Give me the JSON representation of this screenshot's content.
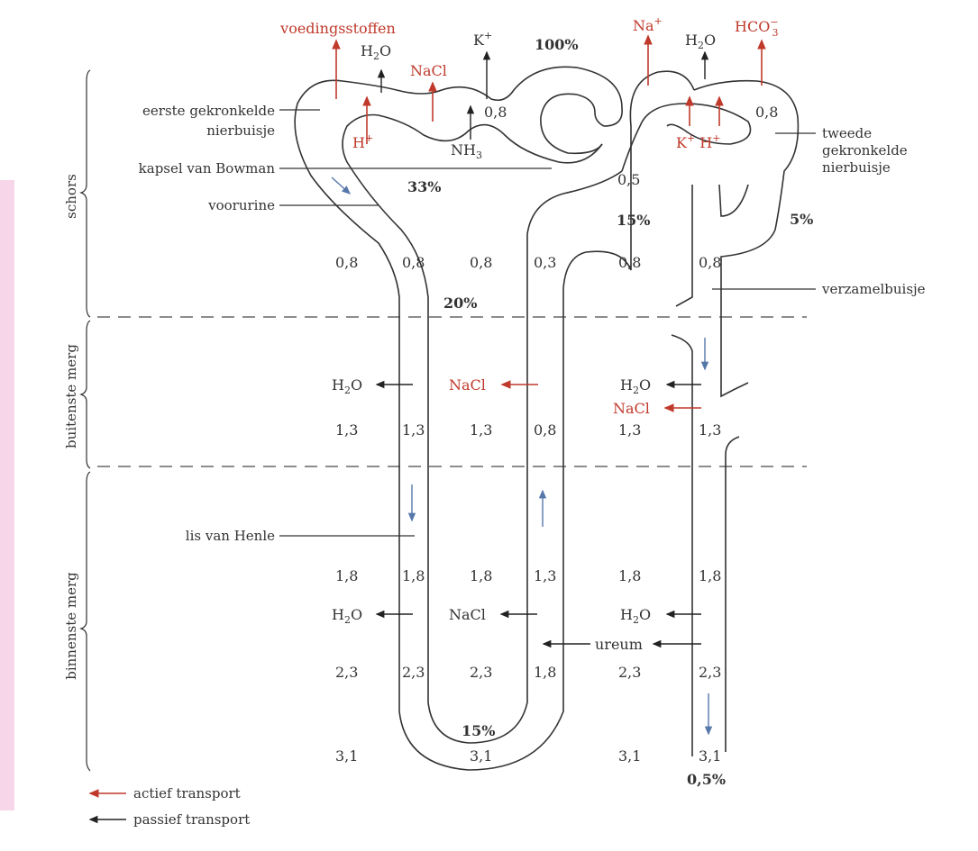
{
  "labels": {
    "eerste": [
      "eerste gekronkelde",
      "nierbuisje"
    ],
    "kapsel": "kapsel van Bowman",
    "voorurine": "voorurine",
    "lis": "lis van Henle",
    "tweede": [
      "tweede",
      "gekronkelde",
      "nierbuisje"
    ],
    "verzamel": "verzamelbuisje",
    "schors": "schors",
    "buitenste": "buitenste merg",
    "binnenste": "binnenste merg"
  },
  "top_substances": {
    "voeding": "voedingsstoffen",
    "h2o_1": "H",
    "h2o_1b": "O",
    "nacl_top": "NaCl",
    "k_top": "K",
    "pct100": "100%",
    "na_top": "Na",
    "h2o_2": "H",
    "h2o_2b": "O",
    "hco3": "HCO",
    "h_plus": "H",
    "nh3": "NH",
    "k_h": "K",
    "h_plus2": "H",
    "v08a": "0,8",
    "v08b": "0,8"
  },
  "percentages": {
    "p33": "33%",
    "p05": "0,5",
    "p15a": "15%",
    "p5": "5%",
    "p20": "20%",
    "p15b": "15%",
    "p05pct": "0,5%"
  },
  "grid_rows": [
    [
      "0,8",
      "0,8",
      "0,8",
      "0,3",
      "0,8",
      "0,8"
    ],
    [
      "1,3",
      "1,3",
      "1,3",
      "0,8",
      "1,3",
      "1,3"
    ],
    [
      "1,8",
      "1,8",
      "1,8",
      "1,3",
      "1,8",
      "1,8"
    ],
    [
      "2,3",
      "2,3",
      "2,3",
      "1,8",
      "2,3",
      "2,3"
    ],
    [
      "3,1",
      "3,1",
      "3,1",
      "3,1"
    ]
  ],
  "transport": {
    "h2o": "H",
    "h2o_b": "O",
    "nacl_red": "NaCl",
    "nacl_red2": "NaCl",
    "nacl_black": "NaCl",
    "ureum": "ureum"
  },
  "legend": {
    "actief": "actief transport",
    "passief": "passief transport"
  },
  "colors": {
    "active": "#c0392b",
    "passive": "#222222",
    "flow": "#5577aa"
  }
}
